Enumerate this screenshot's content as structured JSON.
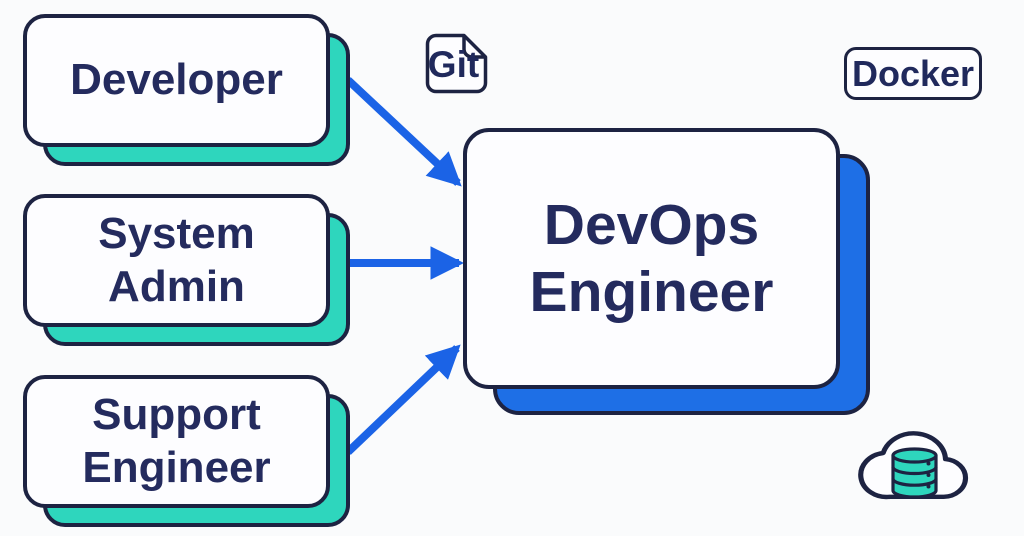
{
  "colors": {
    "background": "#fafbfc",
    "navy_border": "#1d2342",
    "text_navy": "#242b5e",
    "teal_accent": "#2ed6bd",
    "arrow_blue": "#1b63e6",
    "devops_shadow_blue": "#1e6fe6",
    "card_fill": "#fdfdff"
  },
  "source_roles": [
    {
      "id": "developer",
      "lines": [
        "Developer"
      ]
    },
    {
      "id": "system-admin",
      "lines": [
        "System",
        "Admin"
      ]
    },
    {
      "id": "support-engineer",
      "lines": [
        "Support",
        "Engineer"
      ]
    }
  ],
  "target_role": {
    "id": "devops-engineer",
    "lines": [
      "DevOps",
      "Engineer"
    ]
  },
  "labels": {
    "git": "Git",
    "docker": "Docker"
  },
  "icons": [
    {
      "name": "git-file-icon",
      "description": "document file with folded corner containing Git label"
    },
    {
      "name": "docker-badge",
      "description": "rounded rectangle outline containing Docker label"
    },
    {
      "name": "cloud-database-icon",
      "description": "cloud outline with teal 3-tier database cylinder"
    }
  ],
  "arrows": [
    {
      "from": "developer",
      "to": "devops-engineer"
    },
    {
      "from": "system-admin",
      "to": "devops-engineer"
    },
    {
      "from": "support-engineer",
      "to": "devops-engineer"
    }
  ]
}
